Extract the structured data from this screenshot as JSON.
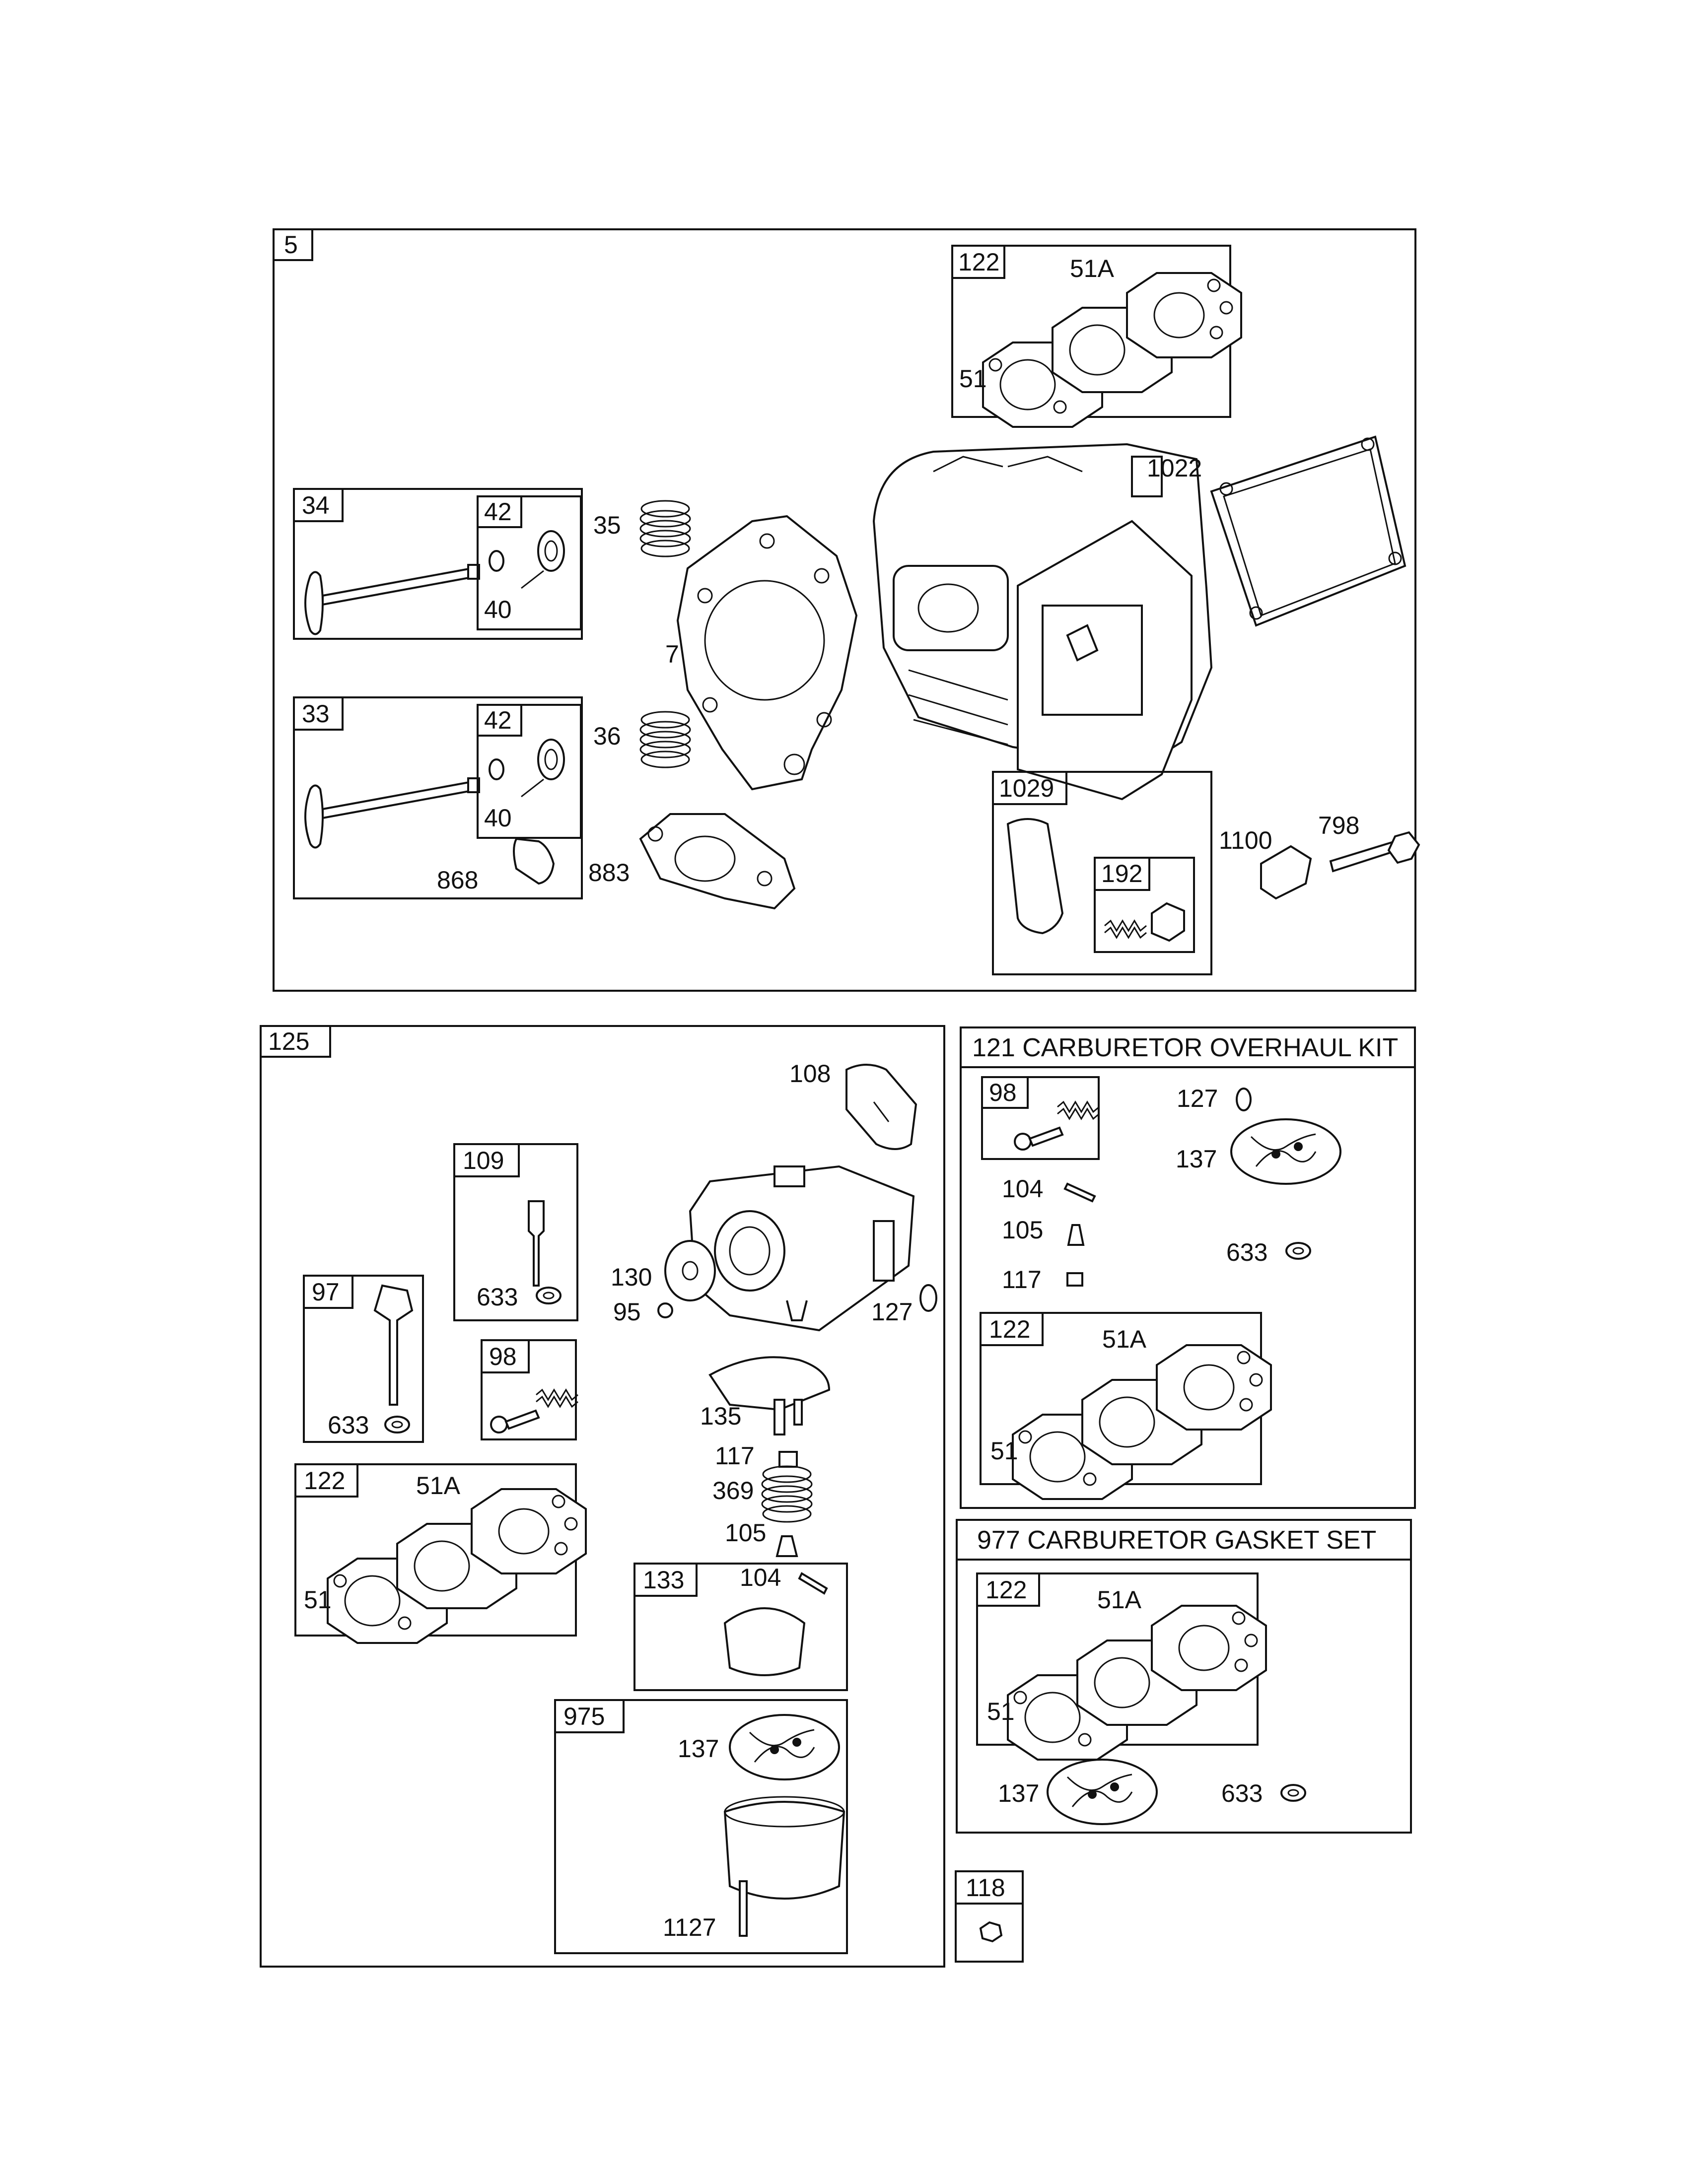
{
  "groups": {
    "g5": "5",
    "g125": "125",
    "kit121": "121 CARBURETOR OVERHAUL KIT",
    "set977": "977 CARBURETOR GASKET SET",
    "g118": "118",
    "top": {
      "b122": "122",
      "b34": "34",
      "b42a": "42",
      "b33": "33",
      "b42b": "42",
      "b1029": "1029",
      "b192": "192"
    },
    "carb": {
      "b109": "109",
      "b97": "97",
      "b98": "98",
      "b122": "122",
      "b133": "133",
      "b975": "975"
    },
    "kit": {
      "b98": "98",
      "b122": "122"
    },
    "gset": {
      "b122": "122"
    }
  },
  "callouts": {
    "top": {
      "c51A": "51A",
      "c51": "51",
      "c1022": "1022",
      "c35": "35",
      "c40a": "40",
      "c7": "7",
      "c36": "36",
      "c40b": "40",
      "c868": "868",
      "c883": "883",
      "c1100": "1100",
      "c798": "798"
    },
    "carb": {
      "c108": "108",
      "c130": "130",
      "c95": "95",
      "c127": "127",
      "c633a": "633",
      "c633b": "633",
      "c51A": "51A",
      "c51": "51",
      "c135": "135",
      "c117": "117",
      "c369": "369",
      "c105": "105",
      "c104": "104",
      "c137": "137",
      "c1127": "1127"
    },
    "kit": {
      "c127": "127",
      "c137": "137",
      "c104": "104",
      "c105": "105",
      "c117": "117",
      "c633": "633",
      "c51A": "51A",
      "c51": "51"
    },
    "gset": {
      "c51A": "51A",
      "c51": "51",
      "c137": "137",
      "c633": "633"
    }
  }
}
